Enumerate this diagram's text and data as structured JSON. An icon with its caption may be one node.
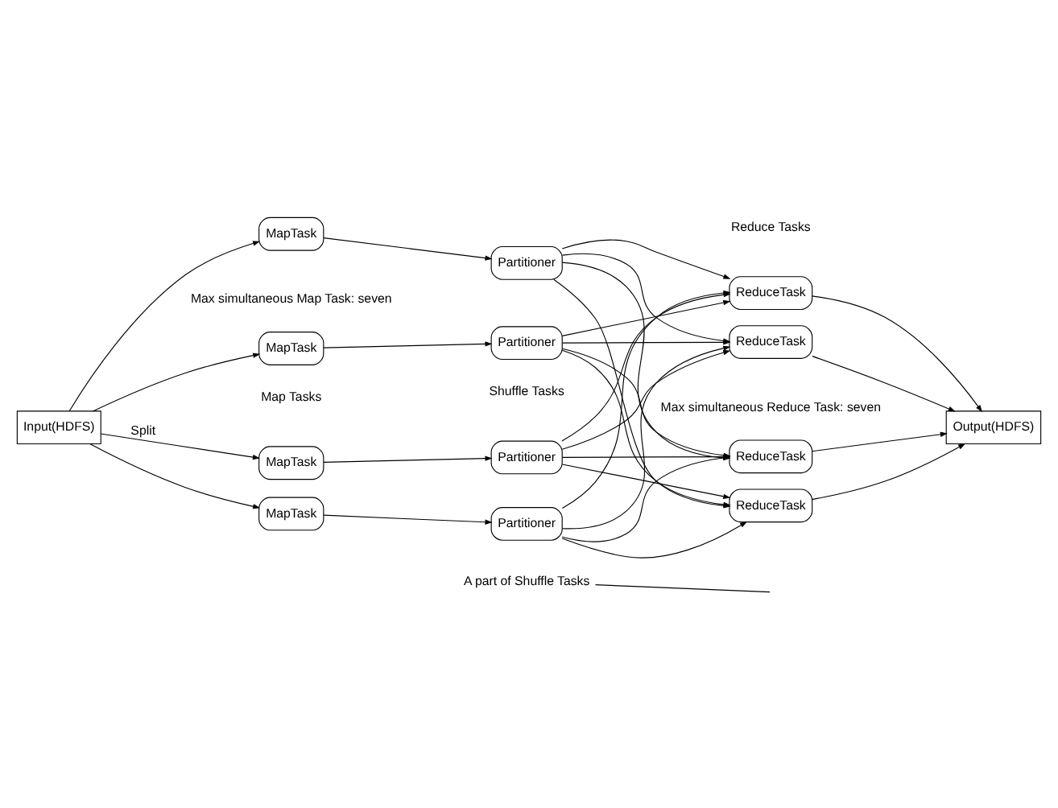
{
  "diagram": {
    "nodes": [
      {
        "text": [
          "Input(HDFS)"
        ]
      },
      {
        "text": [
          "MapTask"
        ]
      },
      {
        "text": [
          "MapTask"
        ]
      },
      {
        "text": [
          "MapTask"
        ]
      },
      {
        "text": [
          "MapTask"
        ]
      },
      {
        "text": [
          "Partitioner"
        ]
      },
      {
        "text": [
          "Partitioner"
        ]
      },
      {
        "text": [
          "Partitioner"
        ]
      },
      {
        "text": [
          "Partitioner"
        ]
      },
      {
        "text": [
          "ReduceTask"
        ]
      },
      {
        "text": [
          "ReduceTask"
        ]
      },
      {
        "text": [
          "ReduceTask"
        ]
      },
      {
        "text": [
          "ReduceTask"
        ]
      },
      {
        "text": [
          "Output(HDFS)"
        ]
      },
      {
        "text": [
          "A part of Shuffle Tasks"
        ]
      }
    ],
    "edges": [
      {
        "from": 0,
        "to": 1,
        "arrow": "to",
        "label": "Split"
      },
      {
        "from": 0,
        "to": 2,
        "arrow": "to"
      },
      {
        "from": 0,
        "to": 3,
        "arrow": "to"
      },
      {
        "from": 0,
        "to": 4,
        "arrow": "to"
      },
      {
        "from": 1,
        "to": 5,
        "arrow": "to"
      },
      {
        "from": 2,
        "to": 6,
        "arrow": "to"
      },
      {
        "from": 3,
        "to": 7,
        "arrow": "to"
      },
      {
        "from": 4,
        "to": 8,
        "arrow": "to"
      },
      {
        "from": 5,
        "to": 9,
        "arrow": "to"
      },
      {
        "from": 5,
        "to": 10,
        "arrow": "to"
      },
      {
        "from": 5,
        "to": 11,
        "arrow": "to"
      },
      {
        "from": 5,
        "to": 12,
        "arrow": "to"
      },
      {
        "from": 6,
        "to": 9,
        "arrow": "to"
      },
      {
        "from": 6,
        "to": 10,
        "arrow": "to"
      },
      {
        "from": 6,
        "to": 11,
        "arrow": "to"
      },
      {
        "from": 6,
        "to": 12,
        "arrow": "to"
      },
      {
        "from": 7,
        "to": 9,
        "arrow": "to"
      },
      {
        "from": 7,
        "to": 10,
        "arrow": "to"
      },
      {
        "from": 7,
        "to": 11,
        "arrow": "to"
      },
      {
        "from": 7,
        "to": 12,
        "arrow": "to"
      },
      {
        "from": 8,
        "to": 9,
        "arrow": "to"
      },
      {
        "from": 8,
        "to": 10,
        "arrow": "to"
      },
      {
        "from": 8,
        "to": 11,
        "arrow": "to"
      },
      {
        "from": 8,
        "to": 12,
        "arrow": "to"
      },
      {
        "from": 9,
        "to": 13,
        "arrow": "to"
      },
      {
        "from": 10,
        "to": 13,
        "arrow": "to"
      },
      {
        "from": 11,
        "to": 13,
        "arrow": "to"
      },
      {
        "from": 12,
        "to": 13,
        "arrow": "to"
      },
      {
        "from": 14,
        "to": null,
        "arrow": "none"
      }
    ],
    "labels": [
      "Map Tasks",
      "Shuffle Tasks",
      "Reduce Tasks",
      "Max simultaneous Map Task: seven",
      "Max simultaneous Reduce Task: seven"
    ]
  }
}
